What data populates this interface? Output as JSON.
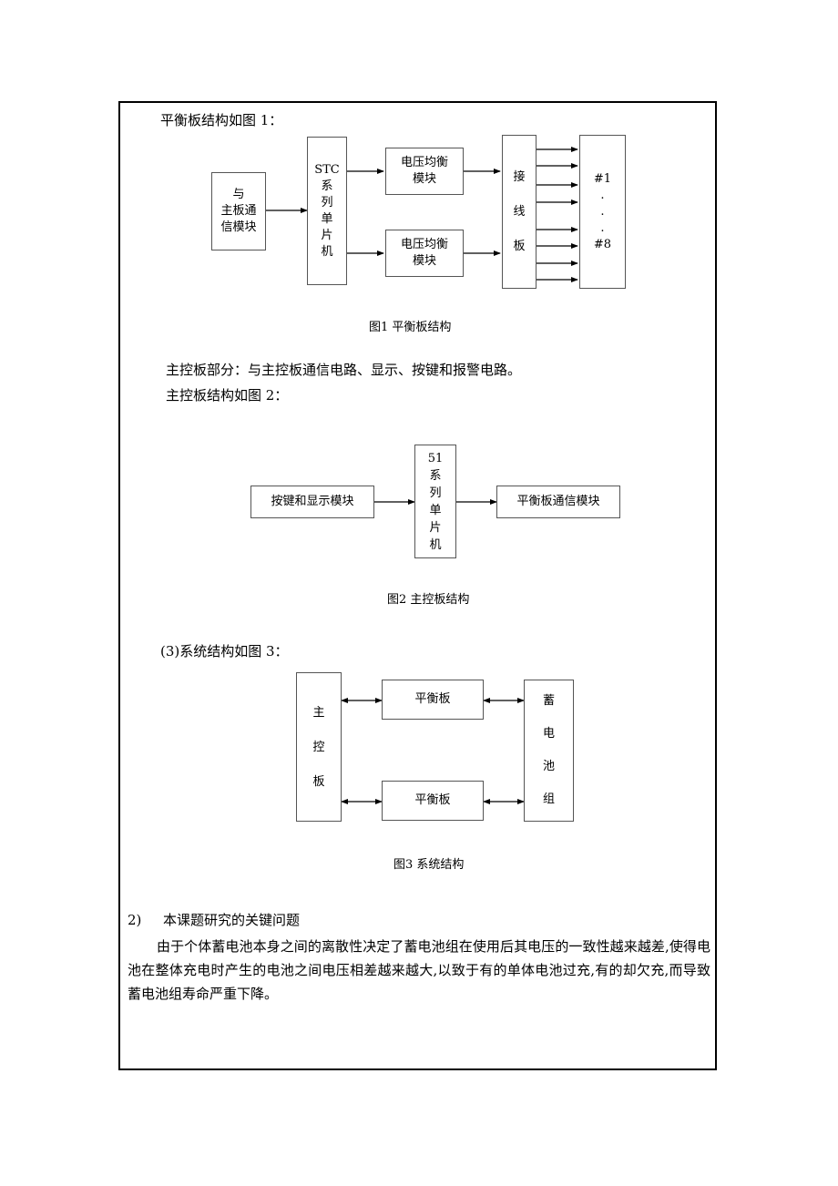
{
  "fig1": {
    "intro": "平衡板结构如图 1：",
    "comm_module": "与\n主板通\n信模块",
    "mcu": "STC\n系\n列\n单\n片\n机",
    "balance_module_top": "电压均衡\n模块",
    "balance_module_bottom": "电压均衡\n模块",
    "terminal_board": "接\n\n线\n\n板",
    "channels": "#1\n.\n.\n.\n#8",
    "caption": "图1   平衡板结构"
  },
  "main_board": {
    "description": "主控板部分：与主控板通信电路、显示、按键和报警电路。",
    "intro": "主控板结构如图 2："
  },
  "fig2": {
    "key_display_module": "按键和显示模块",
    "mcu": "51\n系\n列\n单\n片\n机",
    "balance_comm_module": "平衡板通信模块",
    "caption": "图2   主控板结构"
  },
  "fig3": {
    "intro": "(3)系统结构如图 3：",
    "main_control": "主\n\n控\n\n板",
    "balance_board_top": "平衡板",
    "balance_board_bottom": "平衡板",
    "battery_pack": "蓄\n\n电\n\n池\n\n组",
    "caption": "图3  系统结构"
  },
  "section2": {
    "heading_num": "2)",
    "heading": "本课题研究的关键问题",
    "paragraph": "由于个体蓄电池本身之间的离散性决定了蓄电池组在使用后其电压的一致性越来越差,使得电池在整体充电时产生的电池之间电压相差越来越大,以致于有的单体电池过充,有的却欠充,而导致蓄电池组寿命严重下降。"
  }
}
